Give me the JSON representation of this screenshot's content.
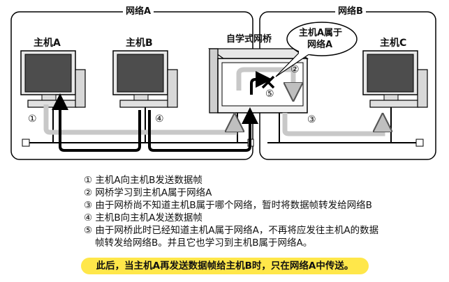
{
  "networks": {
    "a_label": "网络A",
    "b_label": "网络B"
  },
  "hosts": {
    "a": "主机A",
    "b": "主机B",
    "c": "主机C"
  },
  "bridge": {
    "label": "自学式网桥"
  },
  "callout": {
    "line1": "主机A属于",
    "line2": "网络A"
  },
  "markers": {
    "m1": "①",
    "m2": "②",
    "m3": "③",
    "m4": "④",
    "m5": "⑤"
  },
  "legend": [
    "① 主机A向主机B发送数据帧",
    "② 网桥学习到主机A属于网络A",
    "③ 由于网桥尚不知道主机B属于哪个网络，暂时将数据帧转发给网络B",
    "④ 主机B向主机A发送数据帧",
    "⑤ 由于网桥此时已经知道主机A属于网络A，不再将应发往主机A的数据",
    "帧转发给网络B。并且它也学习到主机B属于网络A。"
  ],
  "note": "此后，当主机A再发送数据帧给主机B时，只在网络A中传送。",
  "colors": {
    "note_bg": "#ffe74a",
    "screen": "#505050",
    "gray_arrow": "#c8c8c8"
  }
}
